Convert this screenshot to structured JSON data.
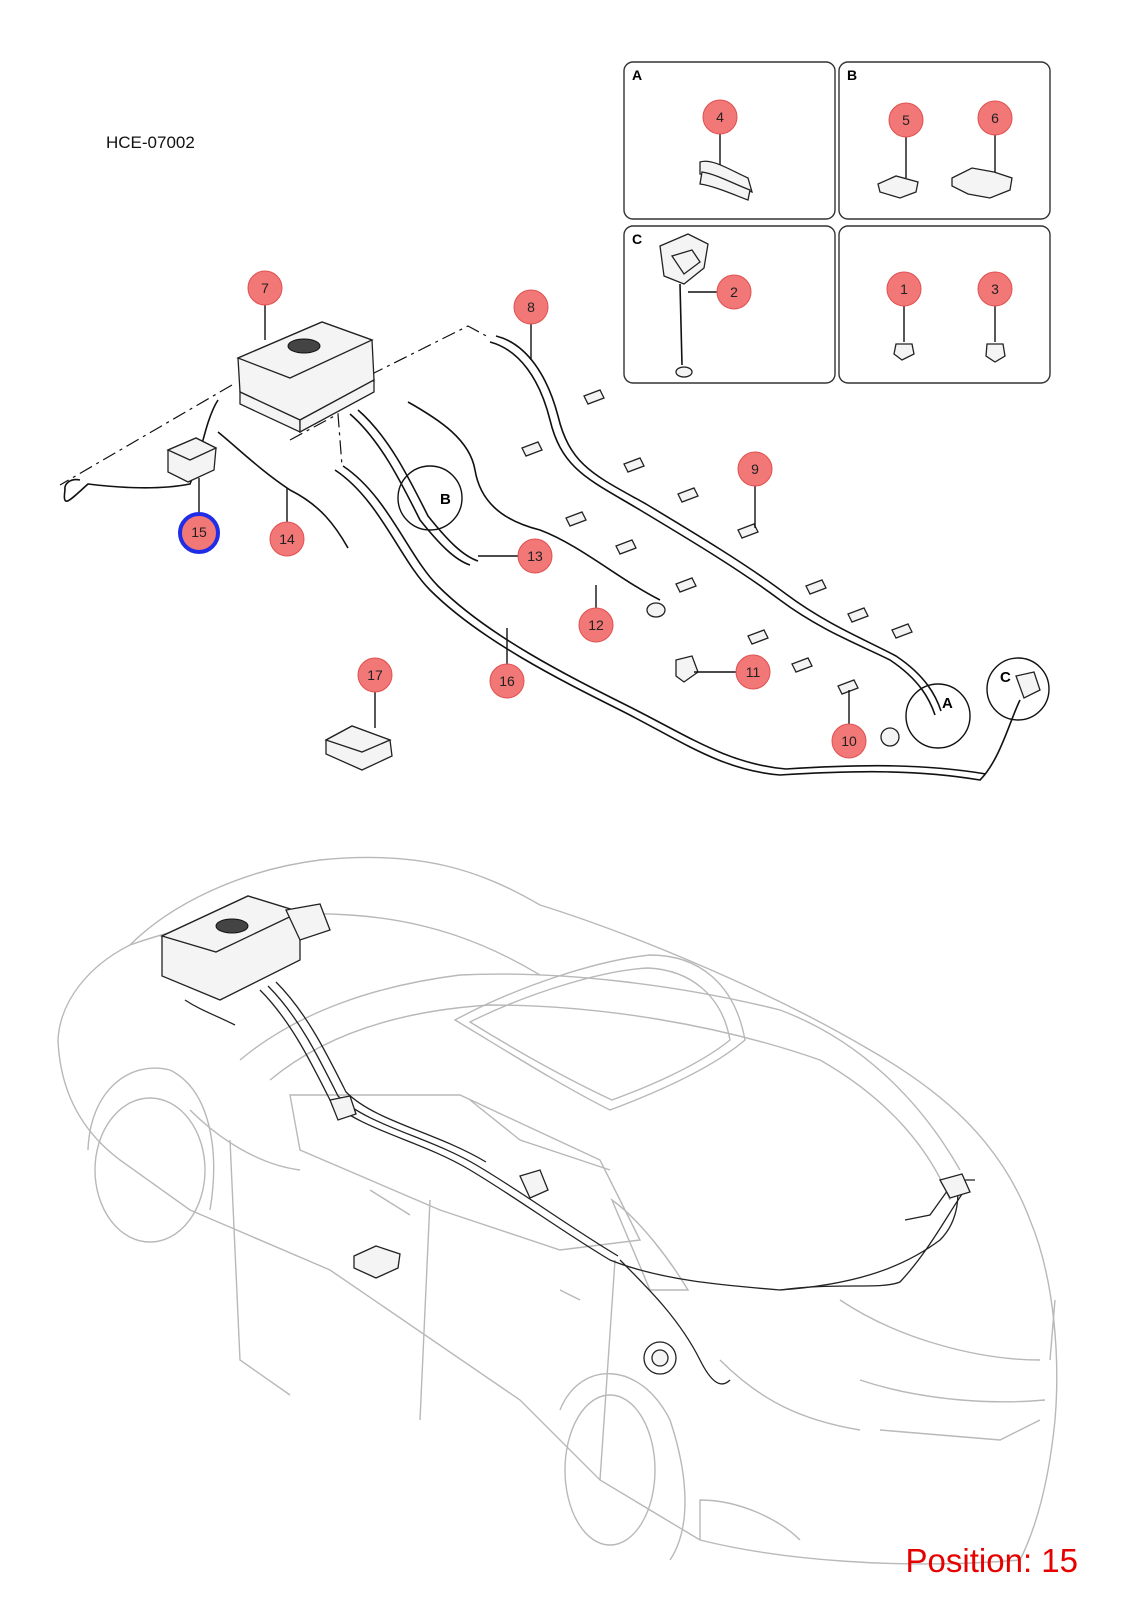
{
  "drawing_code": "HCE-07002",
  "position_label": "Position: 15",
  "selected_callout": "15",
  "insets": [
    {
      "letter": "A",
      "callouts": [
        "4"
      ]
    },
    {
      "letter": "B",
      "callouts": [
        "5",
        "6"
      ]
    },
    {
      "letter": "C",
      "callouts": [
        "2"
      ]
    },
    {
      "letter": "",
      "callouts": [
        "1",
        "3"
      ]
    }
  ],
  "detail_markers": [
    "A",
    "B",
    "C"
  ],
  "callouts": [
    "1",
    "2",
    "3",
    "4",
    "5",
    "6",
    "7",
    "8",
    "9",
    "10",
    "11",
    "12",
    "13",
    "14",
    "15",
    "16",
    "17"
  ],
  "colors": {
    "callout_fill": "#f27777",
    "selected_outline": "#1f2ee6",
    "position_text": "#e60000",
    "vehicle_outline": "#b8b8b8"
  }
}
